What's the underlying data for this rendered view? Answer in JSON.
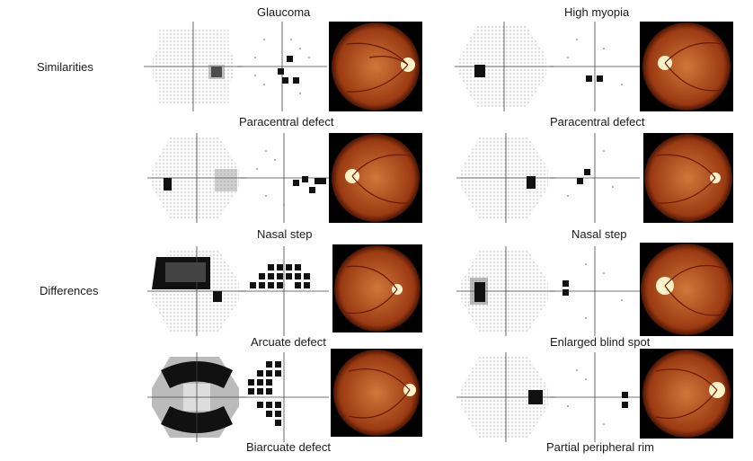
{
  "headers": {
    "left": "Glaucoma",
    "right": "High myopia"
  },
  "row_labels": {
    "similarities": "Similarities",
    "differences": "Differences"
  },
  "captions": {
    "left_row2": "Paracentral defect",
    "left_row3": "Nasal step",
    "left_row4": "Arcuate defect",
    "left_bottom": "Biarcuate defect",
    "right_row2": "Paracentral defect",
    "right_row3": "Nasal step",
    "right_row4": "Enlarged blind spot",
    "right_bottom": "Partial peripheral rim"
  },
  "colors": {
    "fundus_center": "#c96a2a",
    "fundus_edge": "#6b1f08",
    "disc": "#fff2c8"
  }
}
